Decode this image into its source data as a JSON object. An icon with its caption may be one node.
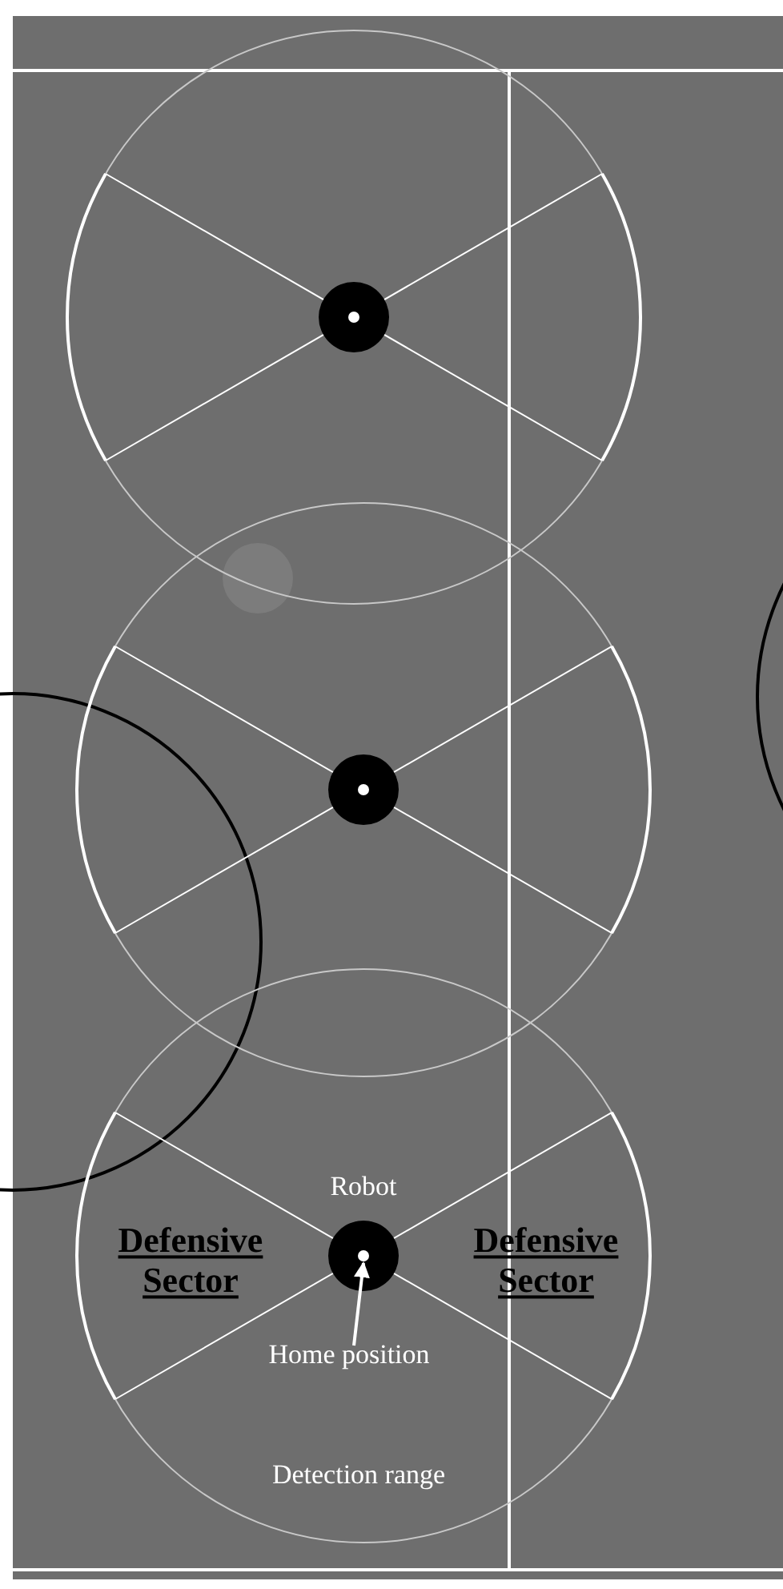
{
  "diagram": {
    "nodes": [
      {
        "text": [
          "Home position"
        ]
      },
      {
        "text": [],
        "shape": "circle"
      }
    ],
    "edges": [
      {
        "from": 0,
        "to": 1,
        "arrow": "to"
      }
    ],
    "labels": [
      "Robot",
      "Defensive Sector",
      "Defensive Sector",
      "Detection range"
    ]
  }
}
